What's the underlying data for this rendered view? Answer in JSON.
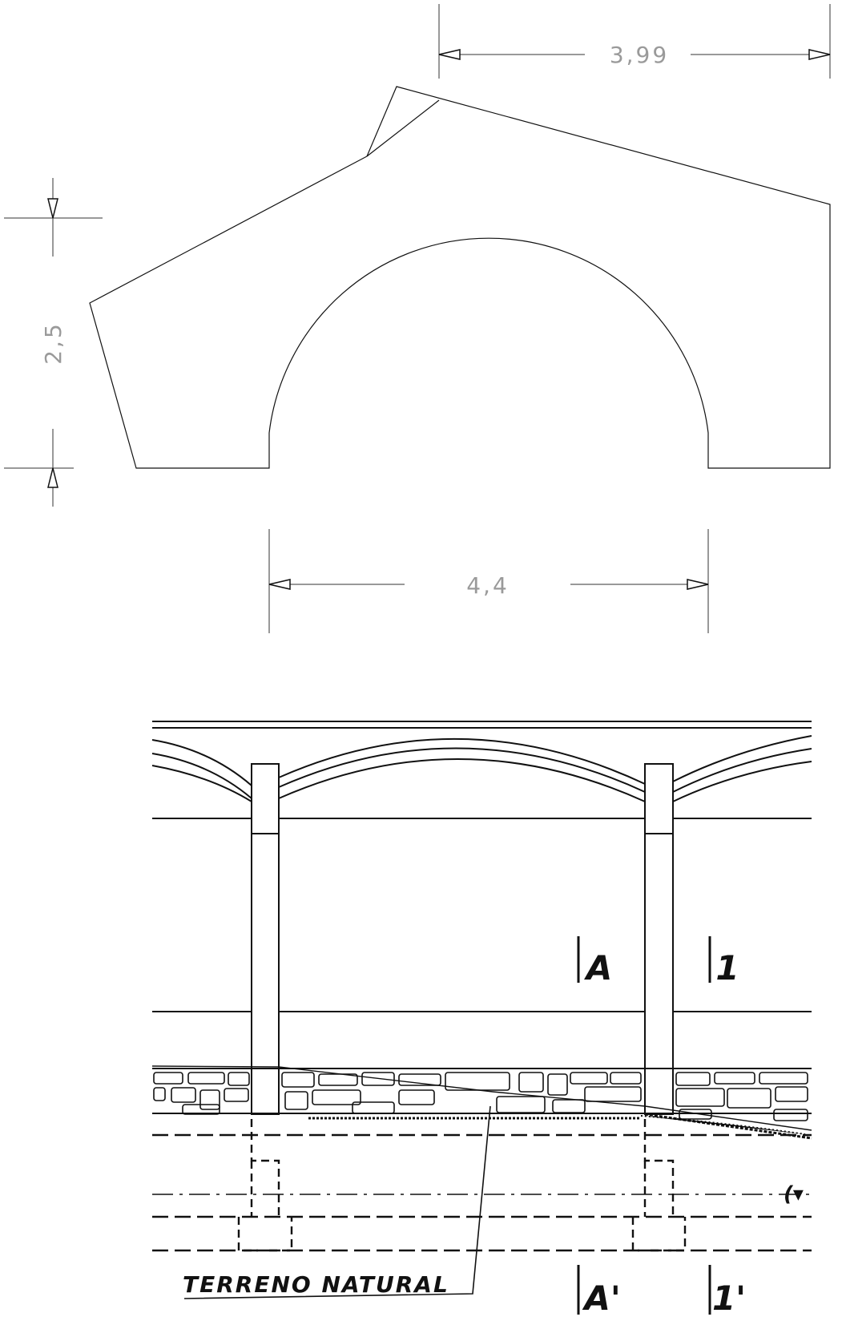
{
  "arch_dimensions": {
    "top_width": "3,99",
    "height": "2,5",
    "span": "4,4"
  },
  "elevation": {
    "section_marks": {
      "upper_left": "A",
      "upper_right": "1",
      "lower_left": "A'",
      "lower_right": "1'"
    },
    "ground_label": "TERRENO NATURAL",
    "edge_mark": "(▾"
  }
}
